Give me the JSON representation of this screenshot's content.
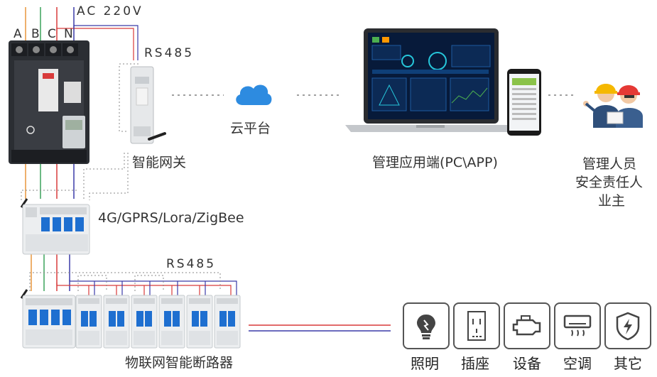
{
  "power": {
    "ac_label": "AC 220V",
    "phases": [
      "A",
      "B",
      "C",
      "N"
    ]
  },
  "gateway": {
    "protocol_label": "RS485",
    "name": "智能网关"
  },
  "cloud": {
    "name": "云平台"
  },
  "management": {
    "name": "管理应用端(PC\\APP)"
  },
  "personnel": {
    "lines": [
      "管理人员",
      "安全责任人",
      "业主"
    ]
  },
  "network": {
    "label": "4G/GPRS/Lora/ZigBee"
  },
  "breaker_bus": {
    "protocol_label": "RS485",
    "name": "物联网智能断路器"
  },
  "loads": [
    {
      "label": "照明",
      "icon": "bulb-icon"
    },
    {
      "label": "插座",
      "icon": "socket-icon"
    },
    {
      "label": "设备",
      "icon": "engine-icon"
    },
    {
      "label": "空调",
      "icon": "air-conditioner-icon"
    },
    {
      "label": "其它",
      "icon": "shield-lightning-icon"
    }
  ],
  "colors": {
    "phase_a": "#e8963a",
    "phase_b": "#3aa35a",
    "phase_c": "#d83a3a",
    "phase_n": "#3a3aa8",
    "line_red": "#d83a3a",
    "line_blue": "#3a3aa8",
    "cloud": "#2d8be0"
  }
}
